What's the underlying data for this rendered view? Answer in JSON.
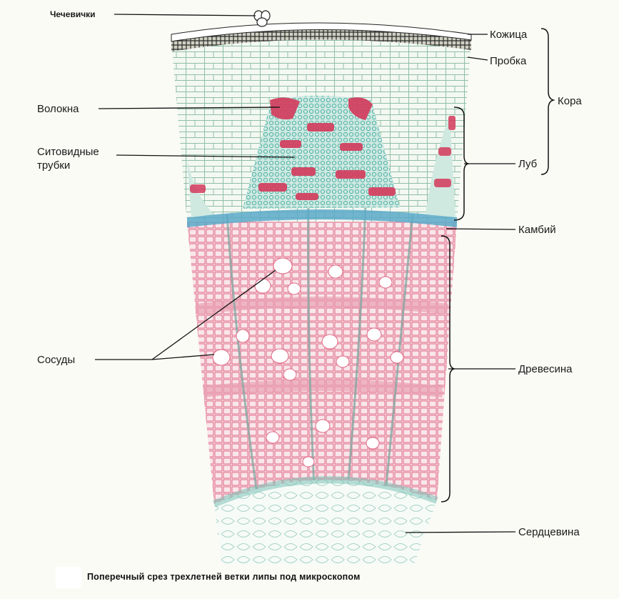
{
  "labels": {
    "chechevichki": "Чечевички",
    "kozhitsa": "Кожица",
    "probka": "Пробка",
    "kora": "Кора",
    "volokna": "Волокна",
    "sitovidnye_1": "Ситовидные",
    "sitovidnye_2": "трубки",
    "lub": "Луб",
    "kambiy": "Камбий",
    "sosudy": "Сосуды",
    "drevesina": "Древесина",
    "serdtsevina": "Сердцевина"
  },
  "caption": "Поперечный срез трехлетней ветки липы под микроскопом",
  "colors": {
    "background": "#fbfbf5",
    "bark_cells": "#8fbfa6",
    "bast_fibers": "#d43a5c",
    "sieve_tubes": "#4fb3a8",
    "cambium": "#5aa9c9",
    "wood": "#e06a86",
    "vessels": "#ffffff",
    "pith": "#a8d3c8",
    "cork": "#2a2a2a",
    "leader_lines": "#111111"
  }
}
